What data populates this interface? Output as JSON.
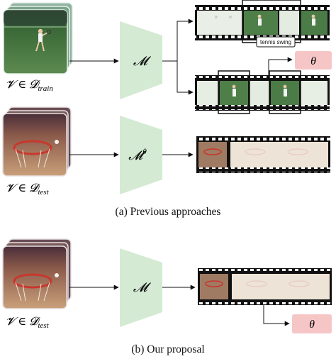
{
  "panel_a": {
    "caption": "(a) Previous approaches",
    "train_set_label_main": "𝓥 ∈ 𝓓",
    "train_set_label_sub": "train",
    "test_set_label_main": "𝓥 ∈ 𝓓",
    "test_set_label_sub": "test",
    "model_label": "𝓜",
    "model_theta_label": "𝓜",
    "model_theta_sup": "θ",
    "theta_label": "θ",
    "callout_text": "tennis swing"
  },
  "panel_b": {
    "caption": "(b) Our proposal",
    "test_set_label_main": "𝓥 ∈ 𝓓",
    "test_set_label_sub": "test",
    "model_label": "𝓜",
    "theta_label": "θ"
  },
  "colors": {
    "model_fill": "#d4ead3",
    "theta_fill": "#f6c6c6",
    "arrow": "#111111",
    "court_green": "#3f7a3c",
    "court_floor": "#d7b88c",
    "hoop_red": "#c8372d"
  }
}
